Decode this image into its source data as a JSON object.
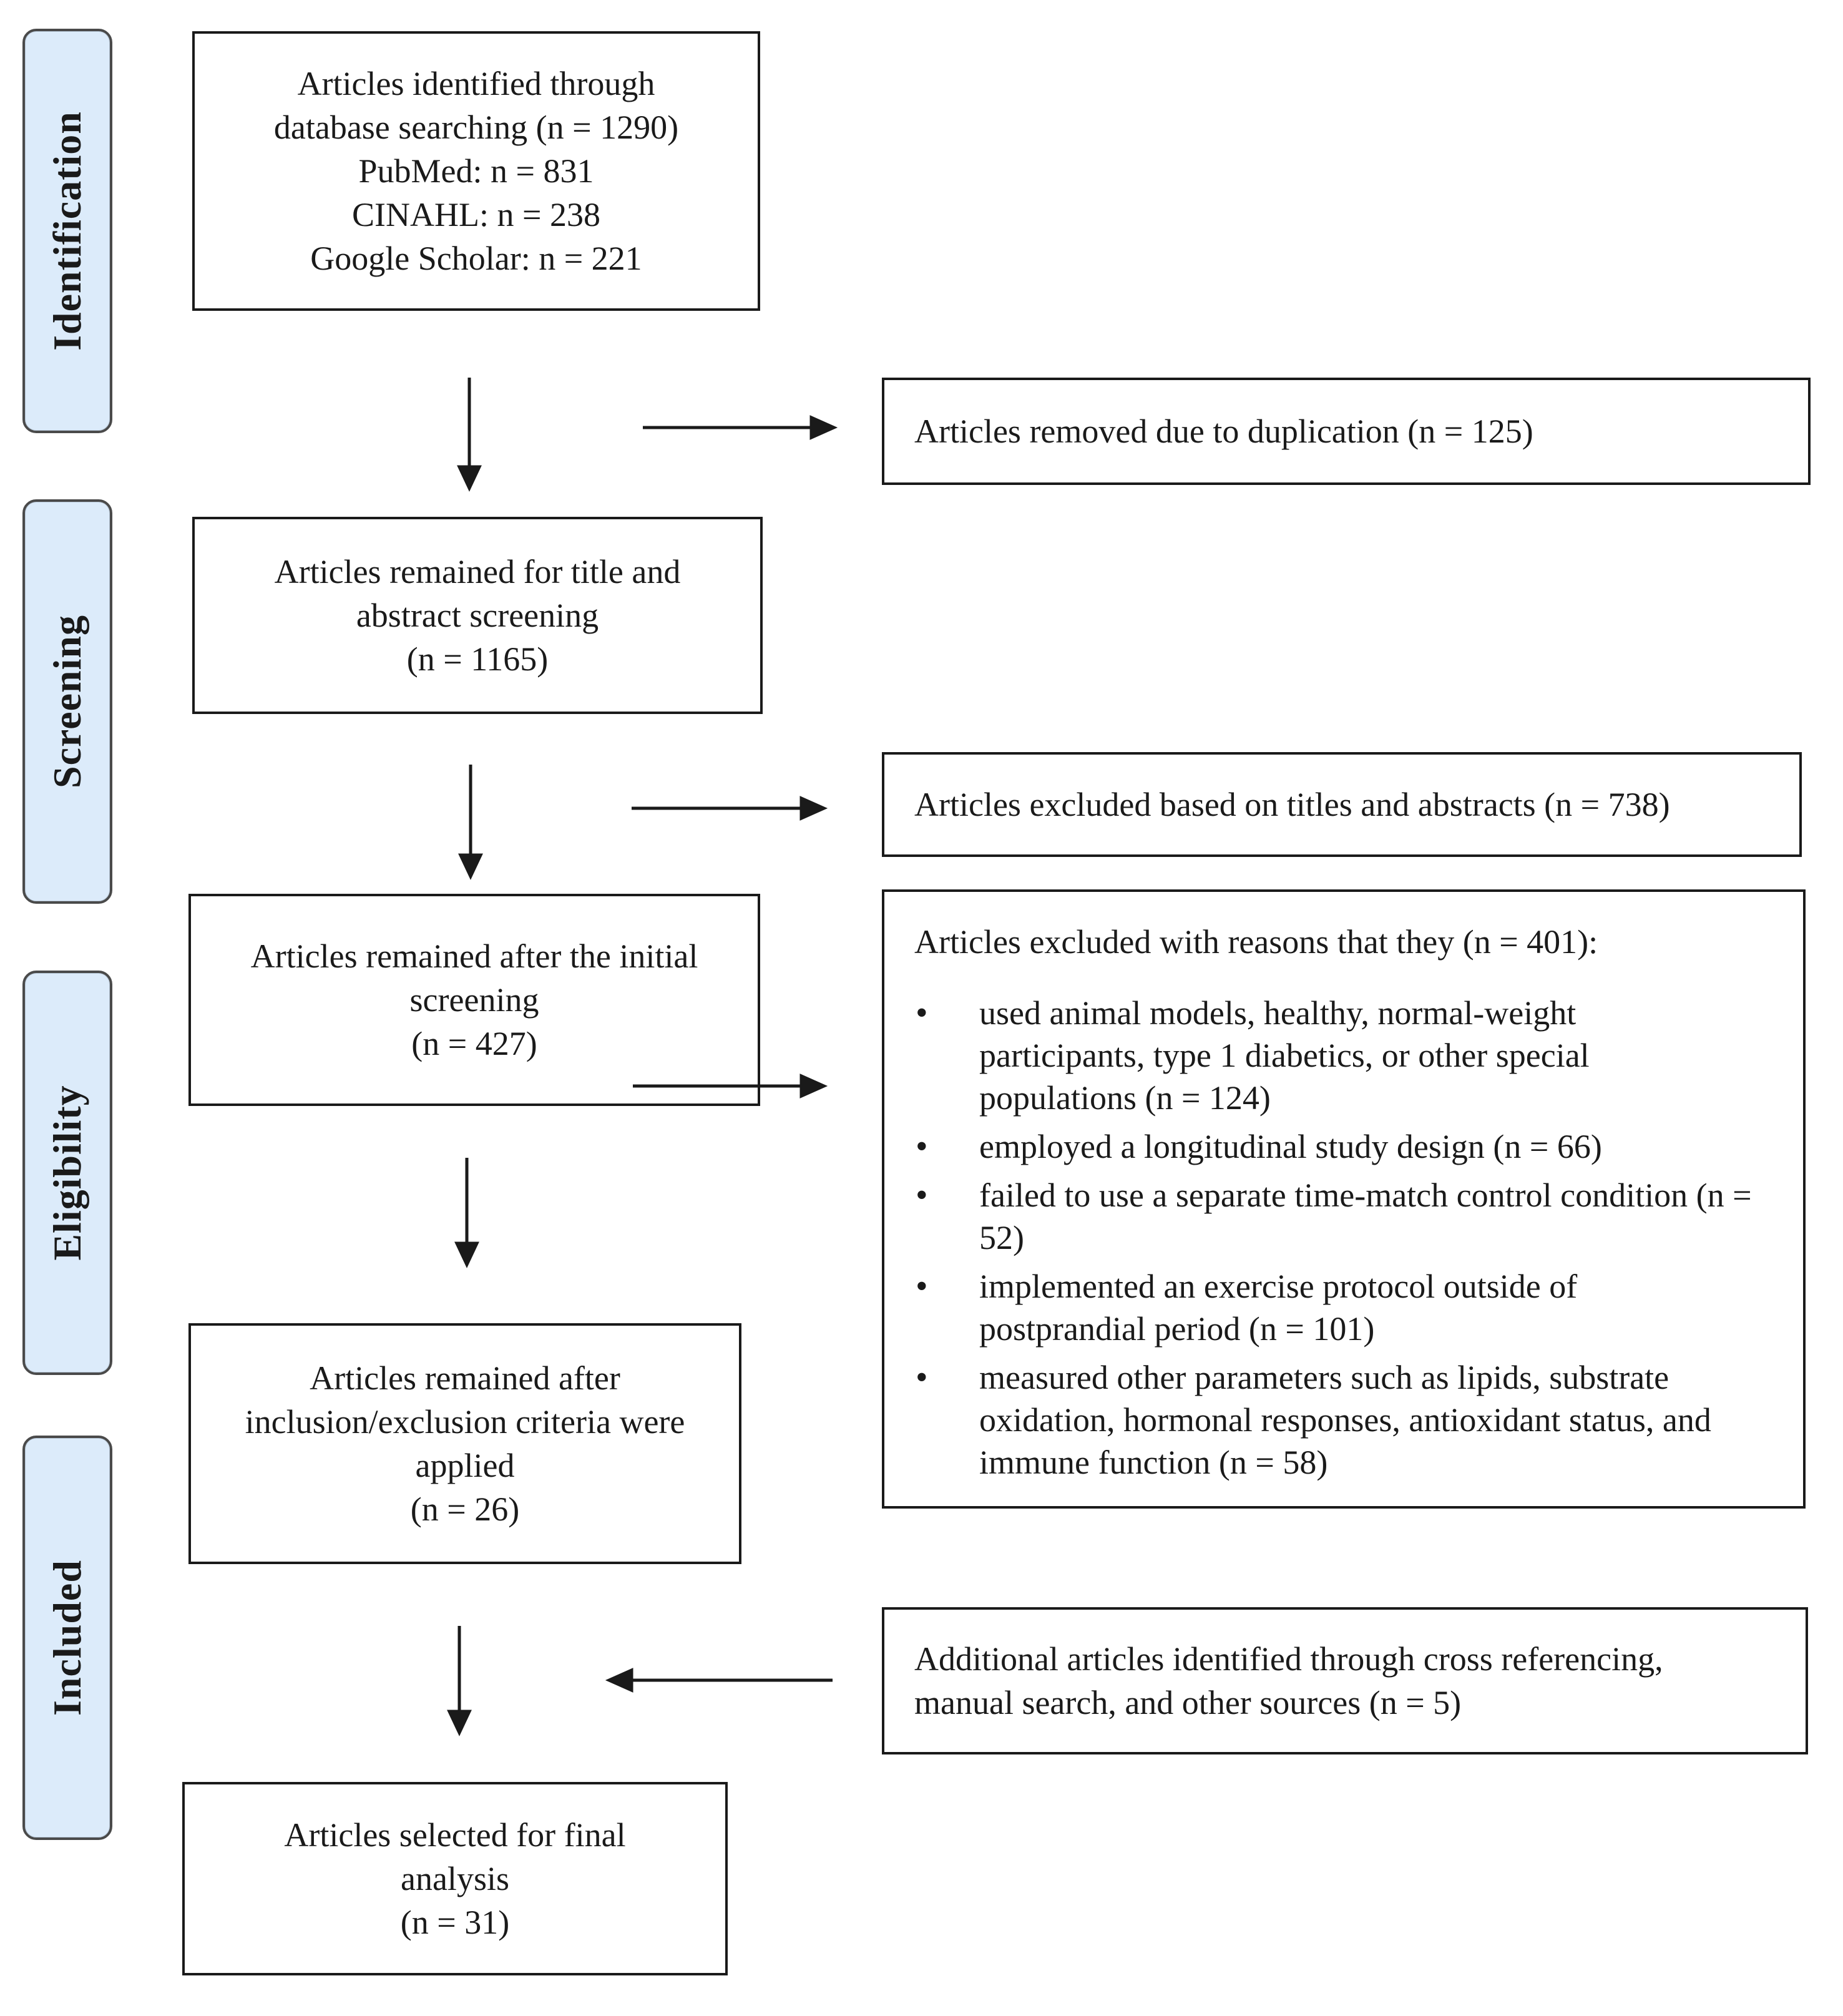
{
  "stages": [
    {
      "id": "identification",
      "label": "Identification"
    },
    {
      "id": "screening",
      "label": "Screening"
    },
    {
      "id": "eligibility",
      "label": "Eligibility"
    },
    {
      "id": "included",
      "label": "Included"
    }
  ],
  "boxes": {
    "identified": {
      "lines": [
        "Articles identified through",
        "database searching (n = 1290)",
        "PubMed: n = 831",
        "CINAHL: n = 238",
        "Google Scholar: n = 221"
      ]
    },
    "title_abstract": {
      "lines": [
        "Articles remained for title and",
        "abstract screening",
        "(n = 1165)"
      ]
    },
    "after_initial": {
      "lines": [
        "Articles remained after the initial",
        "screening",
        "(n = 427)"
      ]
    },
    "after_criteria": {
      "lines": [
        "Articles remained after",
        "inclusion/exclusion criteria were",
        "applied",
        "(n = 26)"
      ]
    },
    "final": {
      "lines": [
        "Articles selected for final",
        "analysis",
        "(n = 31)"
      ]
    },
    "duplicates": {
      "lines": [
        "Articles removed due to duplication (n = 125)"
      ]
    },
    "excluded_titles": {
      "lines": [
        "Articles excluded based on titles and abstracts (n = 738)"
      ]
    },
    "excluded_reasons": {
      "heading": "Articles excluded with reasons that they (n = 401):",
      "items": [
        "used animal models, healthy, normal-weight participants, type 1 diabetics, or other special populations (n = 124)",
        "employed a longitudinal study design (n = 66)",
        "failed to use a separate time-match control condition (n = 52)",
        "implemented an exercise protocol outside of postprandial period (n = 101)",
        "measured other parameters such as lipids, substrate oxidation, hormonal responses, antioxidant status, and immune function (n = 58)"
      ]
    },
    "additional": {
      "lines": [
        "Additional articles identified through cross referencing,",
        "manual search, and other sources (n = 5)"
      ]
    }
  }
}
